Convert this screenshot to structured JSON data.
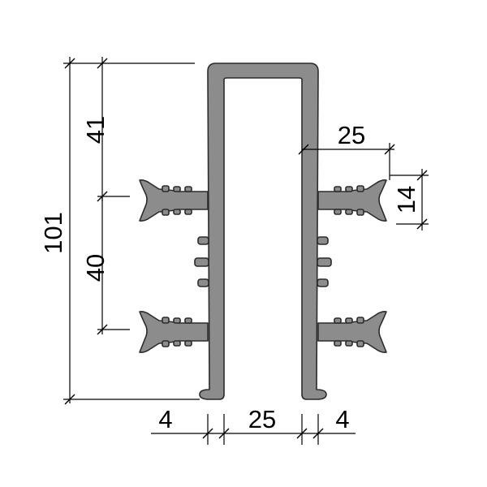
{
  "diagram": {
    "dimensions": {
      "total_height": "101",
      "top_segment": "41",
      "middle_segment": "40",
      "flange_width": "25",
      "flange_thickness": "14",
      "left_wall": "4",
      "inner_gap": "25",
      "right_wall": "4"
    },
    "colors": {
      "profile_fill": "#8c8c8c",
      "profile_stroke": "#2b2b2b",
      "dimension_line": "#000000"
    }
  }
}
